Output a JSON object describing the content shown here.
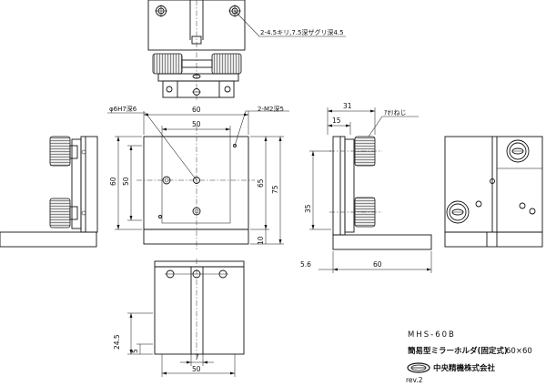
{
  "title_block": {
    "model": "MHS-60B",
    "name": "簡易型ミラーホルダ(固定式)",
    "size": "60×60",
    "company": "中央精機株式会社",
    "rev": "rev.2"
  },
  "notes": {
    "top_view_holes": "2-4.5キリ,7.5深ザグリ深4.5",
    "pin_hole": "φ6H7深6",
    "tap_holes": "2-M2深5",
    "adjust_screw": "ｱｵﾘねじ"
  },
  "dimensions": {
    "front_width": "60",
    "front_inner_width": "50",
    "front_height": "60",
    "front_inner_height": "50",
    "front_plate_height": "65",
    "front_total_height": "75",
    "front_base_height": "10",
    "side_depth": "31",
    "side_plate_depth": "15",
    "side_screw_pitch": "35",
    "side_base_length": "60",
    "side_offset": "5.6",
    "bottom_offset": "24.5",
    "bottom_edge": "5",
    "bottom_slot": "7",
    "bottom_width": "50"
  }
}
